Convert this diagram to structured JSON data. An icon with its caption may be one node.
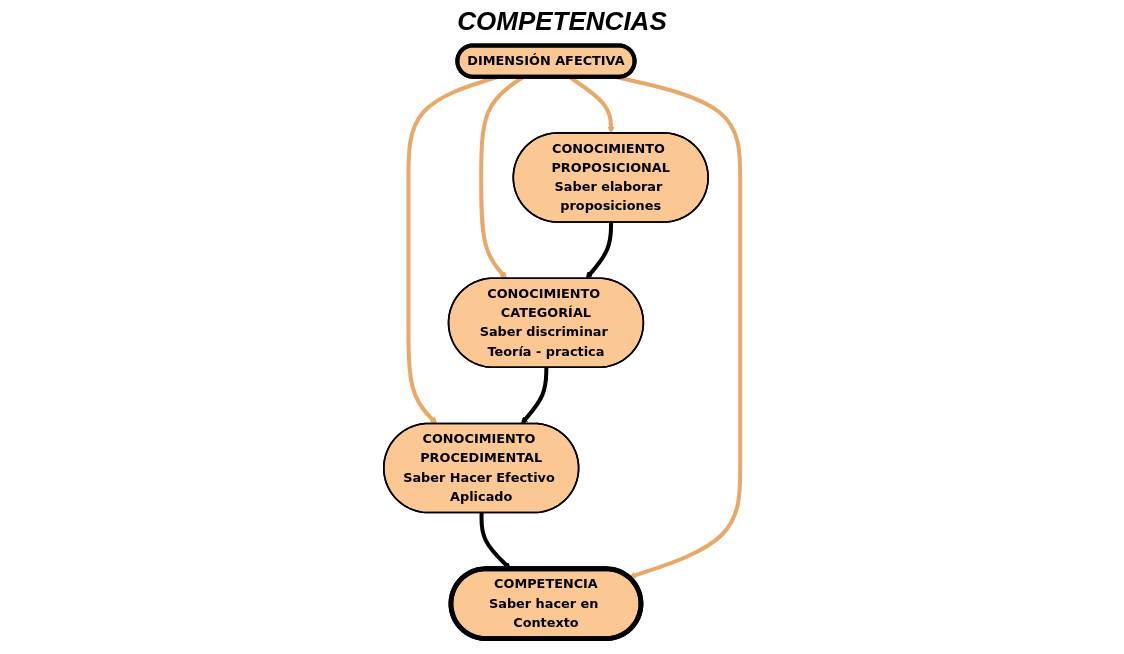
{
  "diagram": {
    "title": "COMPETENCIAS",
    "nodes": [
      {
        "text": [
          "CONOCIMIENTO PROCEDIMENTAL",
          "Saber Hacer Efectivo Aplicado"
        ]
      },
      {
        "text": [
          "COMPETENCIA",
          "Saber hacer en Contexto"
        ]
      },
      {
        "text": [
          "DIMENSIÓN AFECTIVA"
        ]
      },
      {
        "text": [
          "CONOCIMIENTO CATEGORÍAL",
          "Saber discriminar Teoría - practica"
        ]
      },
      {
        "text": [
          "CONOCIMIENTO PROPOSICIONAL",
          "Saber elaborar proposiciones"
        ]
      }
    ],
    "edges": [
      {
        "from": 0,
        "to": 1,
        "arrow": "to",
        "color": "#000000"
      },
      {
        "from": 2,
        "to": 0,
        "arrow": "to"
      },
      {
        "from": 2,
        "to": 1,
        "arrow": "to"
      },
      {
        "from": 2,
        "to": 3,
        "arrow": "to"
      },
      {
        "from": 2,
        "to": 4,
        "arrow": "to"
      },
      {
        "from": 4,
        "to": 3,
        "arrow": "to",
        "color": "#000000"
      },
      {
        "from": 3,
        "to": 0,
        "arrow": "to",
        "color": "#000000"
      }
    ]
  }
}
